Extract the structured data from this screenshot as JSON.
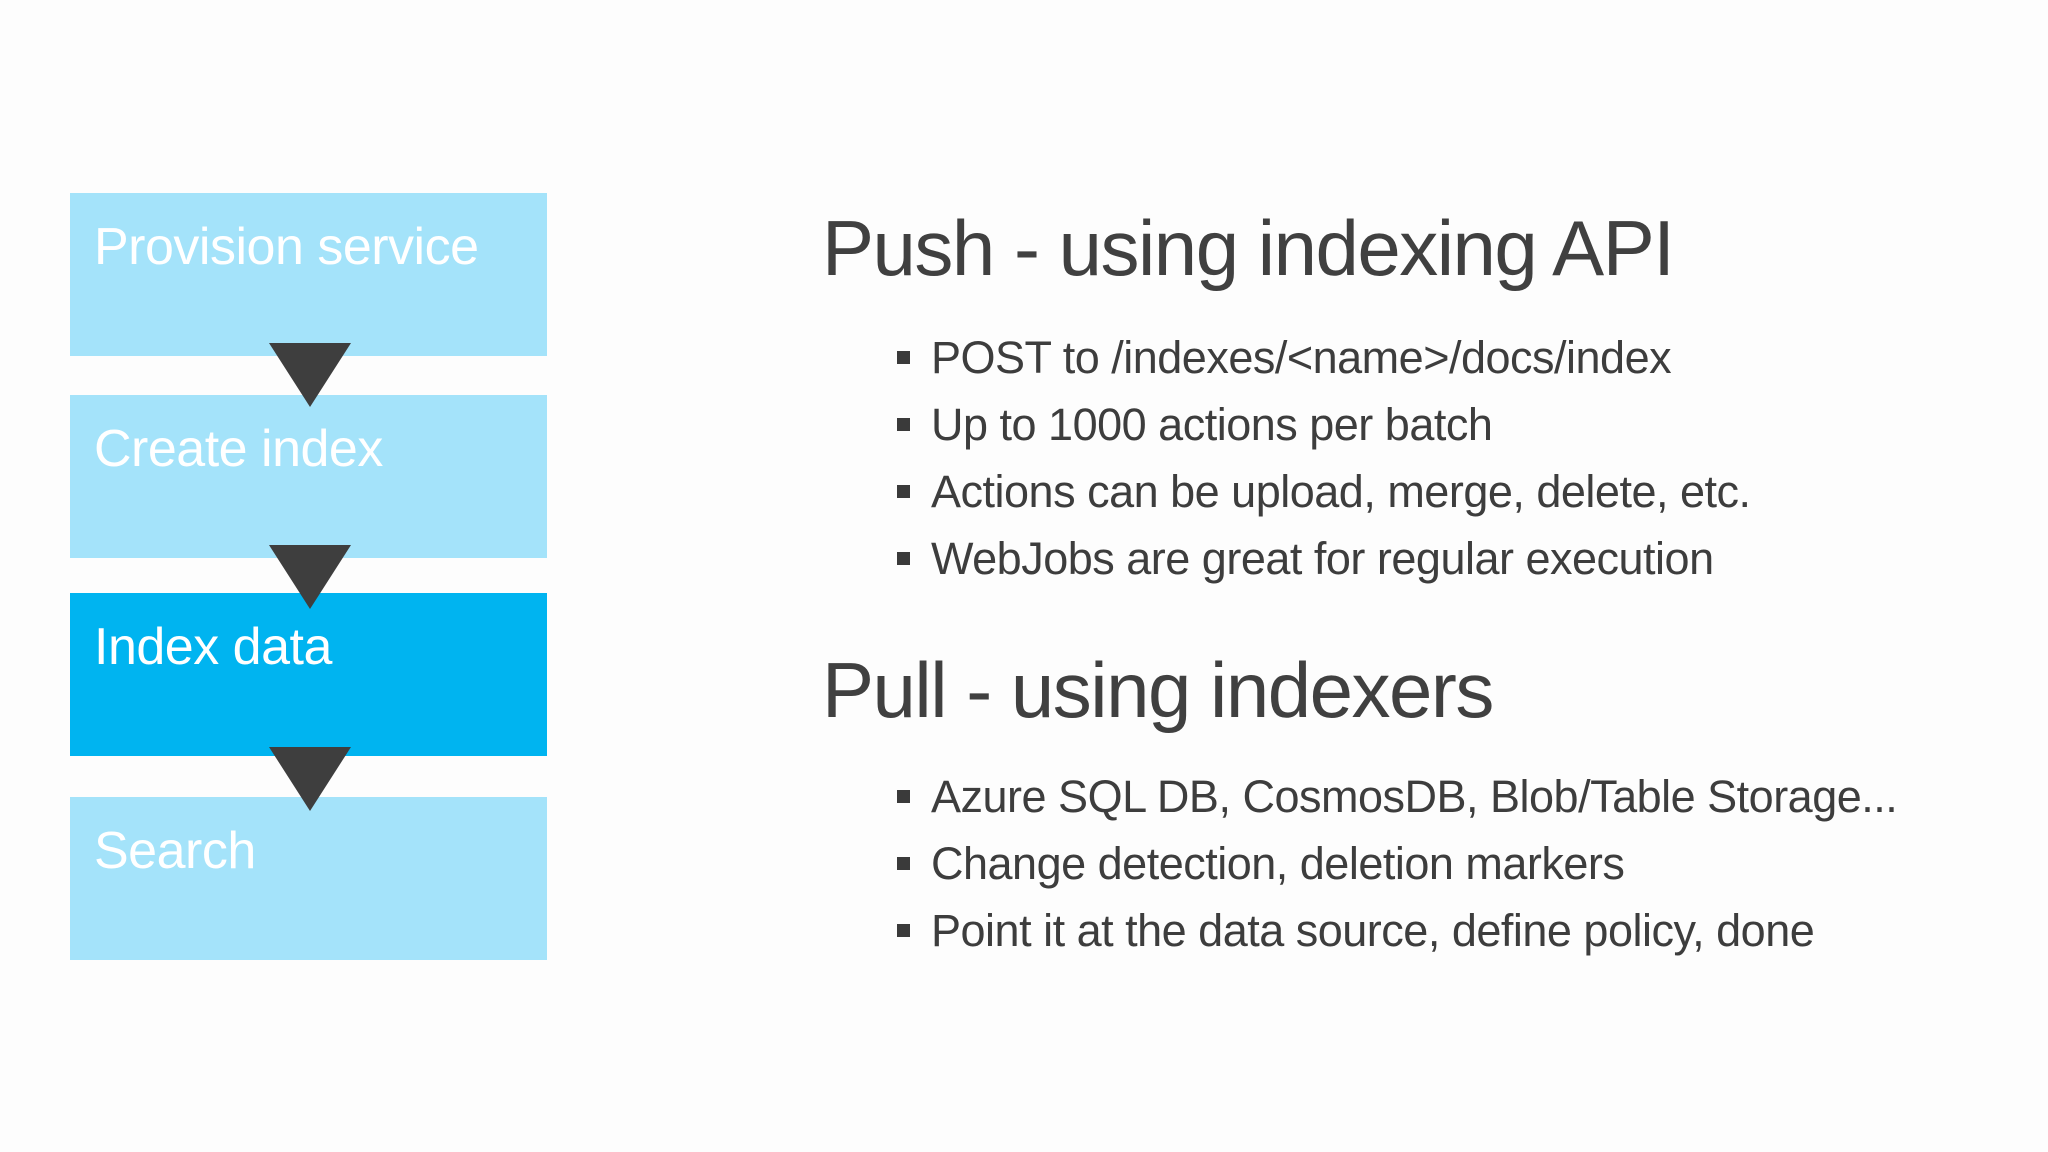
{
  "flowchart": {
    "steps": [
      {
        "label": "Provision service",
        "active": false
      },
      {
        "label": "Create index",
        "active": false
      },
      {
        "label": "Index data",
        "active": true
      },
      {
        "label": "Search",
        "active": false
      }
    ],
    "arrow_icon": "triangle-down",
    "colors": {
      "step_background": "#A4E3FA",
      "active_step_background": "#00B4F0",
      "step_text": "#FFFFFF",
      "arrow": "#3E3E3E"
    }
  },
  "sections": [
    {
      "title": "Push - using indexing API",
      "bullets": [
        "POST to /indexes/<name>/docs/index",
        "Up to 1000 actions per batch",
        "Actions can be upload, merge, delete, etc.",
        "WebJobs are great for regular execution"
      ]
    },
    {
      "title": "Pull - using indexers",
      "bullets": [
        "Azure SQL DB, CosmosDB, Blob/Table Storage...",
        "Change detection, deletion markers",
        "Point it at the data source, define policy, done"
      ]
    }
  ],
  "colors": {
    "background": "#FDFDFD",
    "title_text": "#404040",
    "bullet_text": "#3D3D3D",
    "bullet_marker": "#3A3A3A"
  }
}
